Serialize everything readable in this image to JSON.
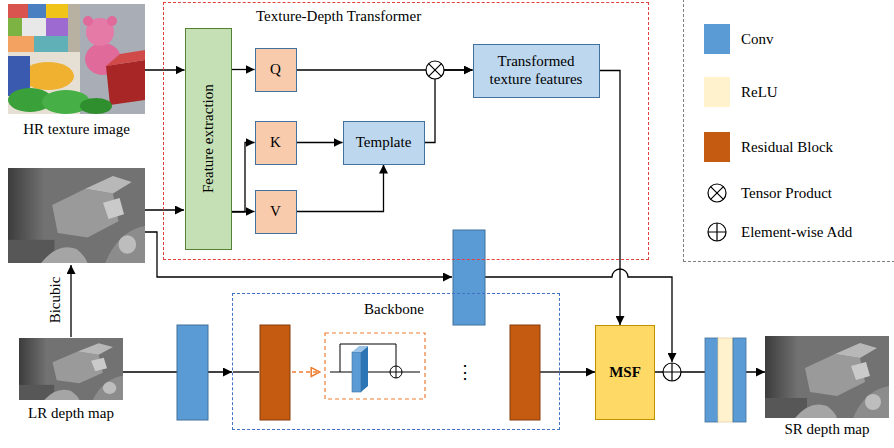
{
  "diagram": {
    "nodes": [
      {
        "text": [
          "HR texture image"
        ]
      },
      {
        "text": [
          "Texture-Depth Transformer"
        ]
      },
      {
        "text": [
          "Feature extraction"
        ],
        "in": 1
      },
      {
        "text": [
          "Q"
        ],
        "in": 1
      },
      {
        "text": [
          "K"
        ],
        "in": 1
      },
      {
        "text": [
          "V"
        ],
        "in": 1
      },
      {
        "text": [
          "Template"
        ],
        "in": 1
      },
      {
        "text": [
          "Transformed texture features"
        ],
        "in": 1
      },
      {
        "text": [
          "LR depth map"
        ]
      },
      {
        "text": [
          "Backbone"
        ]
      },
      {
        "text": [
          "MSF"
        ]
      },
      {
        "text": [
          "SR depth map"
        ]
      }
    ],
    "edges": [
      {
        "from": 0,
        "to": 2,
        "arrow": "to"
      },
      {
        "from": 2,
        "to": 3,
        "arrow": "to"
      },
      {
        "from": 2,
        "to": 4,
        "arrow": "to"
      },
      {
        "from": 2,
        "to": 5,
        "arrow": "to"
      },
      {
        "from": 4,
        "to": 6,
        "arrow": "to"
      },
      {
        "from": 5,
        "to": 6,
        "arrow": "to"
      },
      {
        "from": 3,
        "to": 7,
        "arrow": "to"
      },
      {
        "from": 6,
        "to": 7,
        "arrow": "to"
      },
      {
        "from": 7,
        "to": 10,
        "arrow": "to"
      },
      {
        "from": 8,
        "to": 9,
        "arrow": "to"
      },
      {
        "from": 9,
        "to": 10,
        "arrow": "to"
      },
      {
        "from": 10,
        "to": 11,
        "arrow": "to"
      }
    ],
    "labels": [
      "Bicubic",
      "⋮"
    ],
    "legend": [
      {
        "text": "Conv",
        "color": "#5b9bd5"
      },
      {
        "text": "ReLU",
        "color": "#fff2cc"
      },
      {
        "text": "Residual Block",
        "color": "#c55a11"
      },
      {
        "text": "Tensor Product"
      },
      {
        "text": "Element-wise Add"
      }
    ]
  }
}
